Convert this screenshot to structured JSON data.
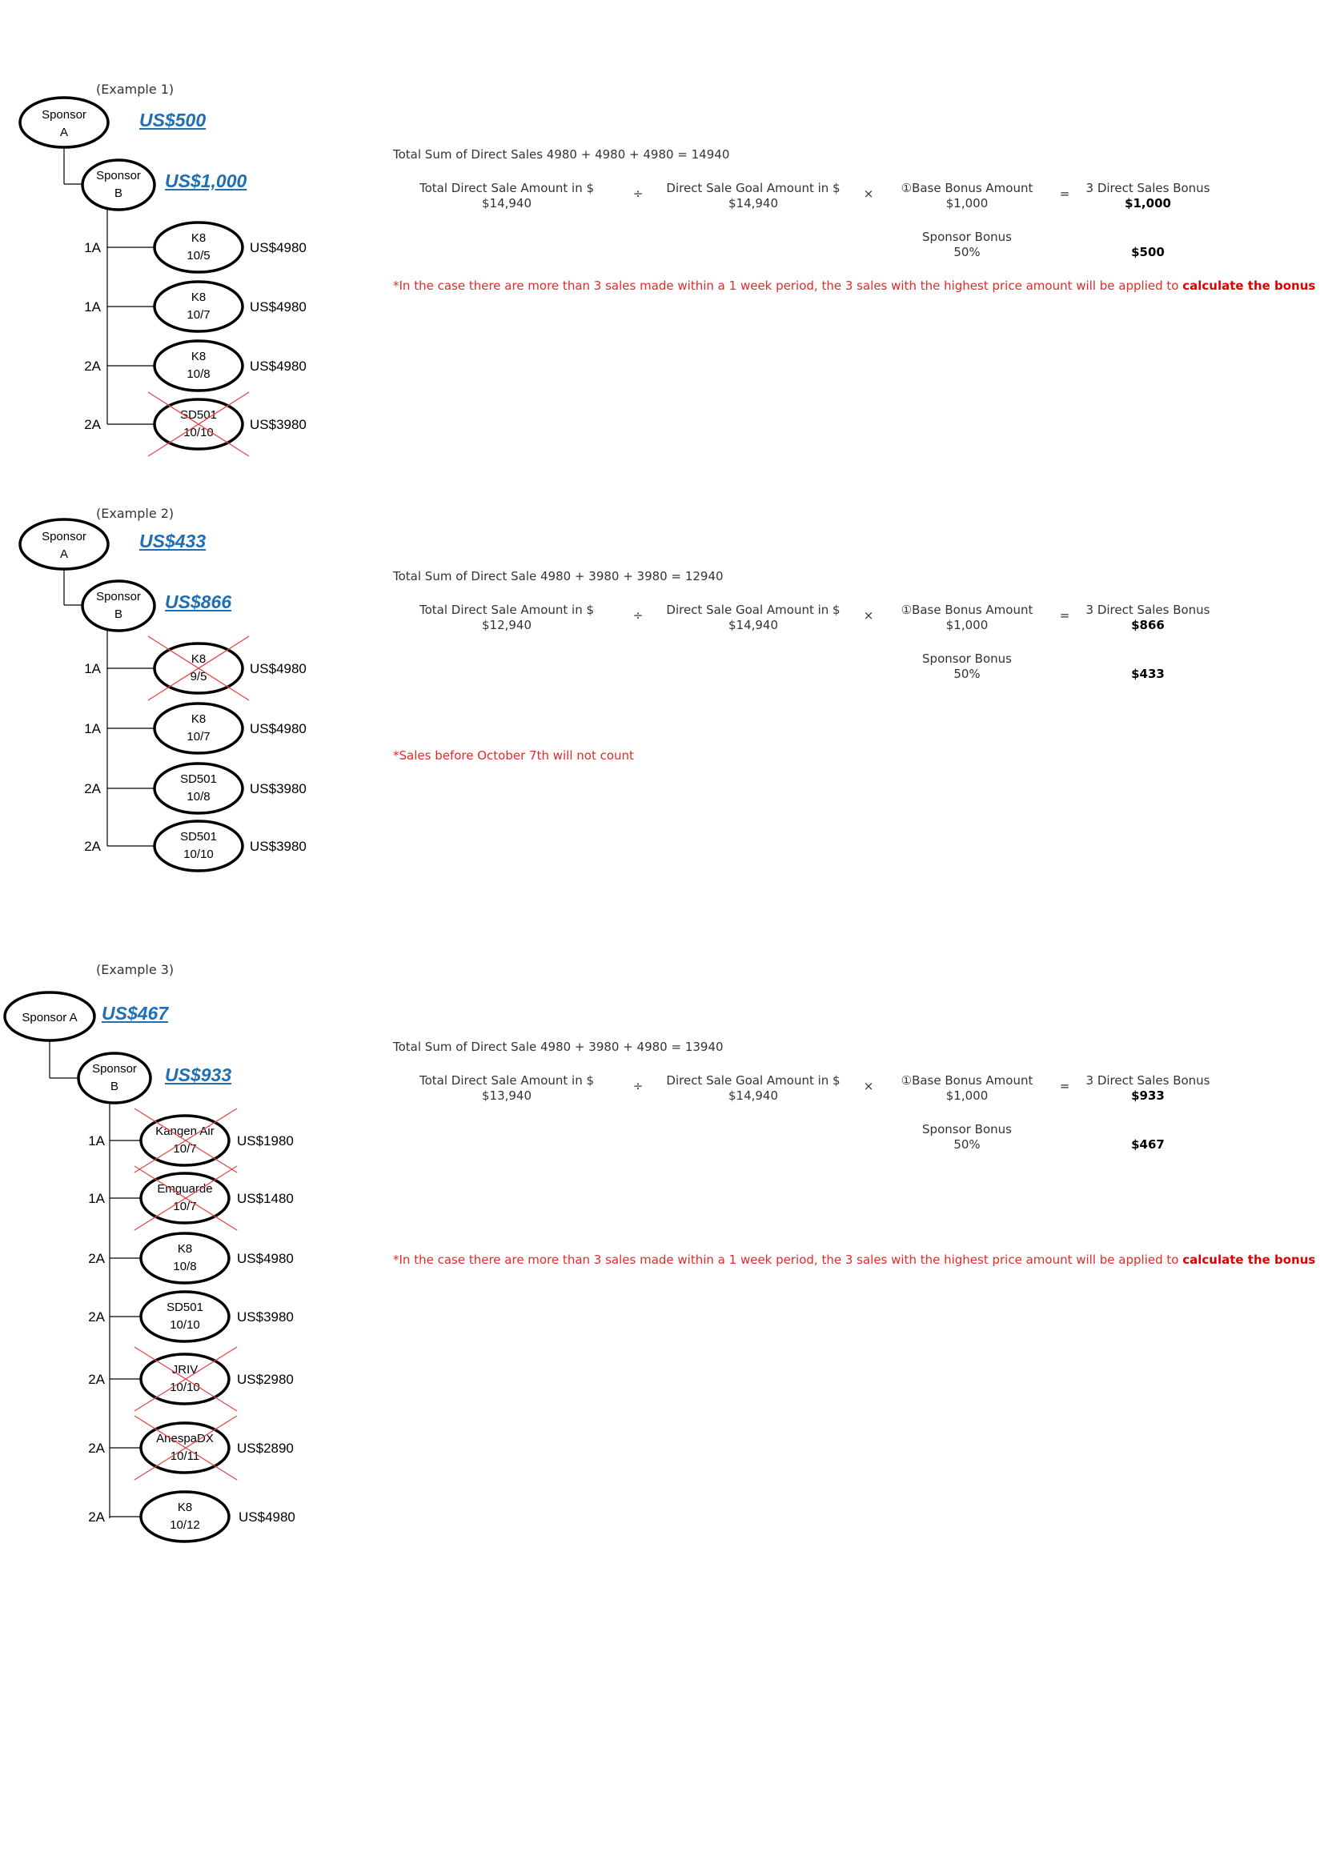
{
  "accent_color": "#1f6fb4",
  "cross_color": "#e04848",
  "note_color": "#e22a2a",
  "examples": [
    {
      "label": "(Example 1)",
      "sponsor_a": {
        "line1": "Sponsor",
        "line2": "A",
        "bonus": "US$500"
      },
      "sponsor_b": {
        "line1": "Sponsor",
        "line2": "B",
        "bonus": "US$1,000"
      },
      "sales": [
        {
          "level": "1A",
          "product": "K8",
          "date": "10/5",
          "price": "US$4980",
          "excluded": false
        },
        {
          "level": "1A",
          "product": "K8",
          "date": "10/7",
          "price": "US$4980",
          "excluded": false
        },
        {
          "level": "2A",
          "product": "K8",
          "date": "10/8",
          "price": "US$4980",
          "excluded": false
        },
        {
          "level": "2A",
          "product": "SD501",
          "date": "10/10",
          "price": "US$3980",
          "excluded": true
        }
      ],
      "calc": {
        "total_line": "Total Sum of Direct Sales 4980 + 4980 + 4980 = 14940",
        "h1": "Total Direct Sale Amount in $",
        "v1": "$14,940",
        "op1": "÷",
        "h2": "Direct Sale Goal Amount in $",
        "v2": "$14,940",
        "op2": "×",
        "h3": "①Base Bonus Amount",
        "v3": "$1,000",
        "op3": "=",
        "h4": "3 Direct Sales Bonus",
        "v4": "$1,000",
        "sp_label": "Sponsor Bonus",
        "sp_pct": "50%",
        "sp_val": "$500"
      },
      "note": {
        "text": "*In the case there are more than 3 sales made within a 1 week period, the 3 sales with the highest price amount will be applied to ",
        "bold": "calculate the bonus"
      }
    },
    {
      "label": "(Example 2)",
      "sponsor_a": {
        "line1": "Sponsor",
        "line2": "A",
        "bonus": "US$433"
      },
      "sponsor_b": {
        "line1": "Sponsor",
        "line2": "B",
        "bonus": "US$866"
      },
      "sales": [
        {
          "level": "1A",
          "product": "K8",
          "date": "9/5",
          "price": "US$4980",
          "excluded": true
        },
        {
          "level": "1A",
          "product": "K8",
          "date": "10/7",
          "price": "US$4980",
          "excluded": false
        },
        {
          "level": "2A",
          "product": "SD501",
          "date": "10/8",
          "price": "US$3980",
          "excluded": false
        },
        {
          "level": "2A",
          "product": "SD501",
          "date": "10/10",
          "price": "US$3980",
          "excluded": false
        }
      ],
      "calc": {
        "total_line": "Total Sum of Direct Sale 4980 + 3980 + 3980 = 12940",
        "h1": "Total Direct Sale Amount in $",
        "v1": "$12,940",
        "op1": "÷",
        "h2": "Direct Sale Goal Amount in $",
        "v2": "$14,940",
        "op2": "×",
        "h3": "①Base Bonus Amount",
        "v3": "$1,000",
        "op3": "=",
        "h4": "3 Direct Sales Bonus",
        "v4": "$866",
        "sp_label": "Sponsor Bonus",
        "sp_pct": "50%",
        "sp_val": "$433"
      },
      "note": {
        "text": "*Sales before October 7th will not count",
        "bold": ""
      }
    },
    {
      "label": "(Example 3)",
      "sponsor_a": {
        "line1": "Sponsor A",
        "line2": "",
        "bonus": "US$467"
      },
      "sponsor_b": {
        "line1": "Sponsor",
        "line2": "B",
        "bonus": "US$933"
      },
      "sales": [
        {
          "level": "1A",
          "product": "Kangen Air",
          "date": "10/7",
          "price": "US$1980",
          "excluded": true
        },
        {
          "level": "1A",
          "product": "Emguarde",
          "date": "10/7",
          "price": "US$1480",
          "excluded": true
        },
        {
          "level": "2A",
          "product": "K8",
          "date": "10/8",
          "price": "US$4980",
          "excluded": false
        },
        {
          "level": "2A",
          "product": "SD501",
          "date": "10/10",
          "price": "US$3980",
          "excluded": false
        },
        {
          "level": "2A",
          "product": "JRIV",
          "date": "10/10",
          "price": "US$2980",
          "excluded": true
        },
        {
          "level": "2A",
          "product": "AnespaDX",
          "date": "10/11",
          "price": "US$2890",
          "excluded": true
        },
        {
          "level": "2A",
          "product": "K8",
          "date": "10/12",
          "price": "US$4980",
          "excluded": false
        }
      ],
      "calc": {
        "total_line": "Total Sum of Direct Sale 4980 + 3980 + 4980 = 13940",
        "h1": "Total Direct Sale Amount in $",
        "v1": "$13,940",
        "op1": "÷",
        "h2": "Direct Sale Goal Amount in $",
        "v2": "$14,940",
        "op2": "×",
        "h3": "①Base Bonus Amount",
        "v3": "$1,000",
        "op3": "=",
        "h4": "3 Direct Sales Bonus",
        "v4": "$933",
        "sp_label": "Sponsor Bonus",
        "sp_pct": "50%",
        "sp_val": "$467"
      },
      "note": {
        "text": "*In the case there are more than 3 sales made within a 1 week period, the 3 sales with the highest price amount will be applied to ",
        "bold": "calculate the bonus"
      }
    }
  ]
}
